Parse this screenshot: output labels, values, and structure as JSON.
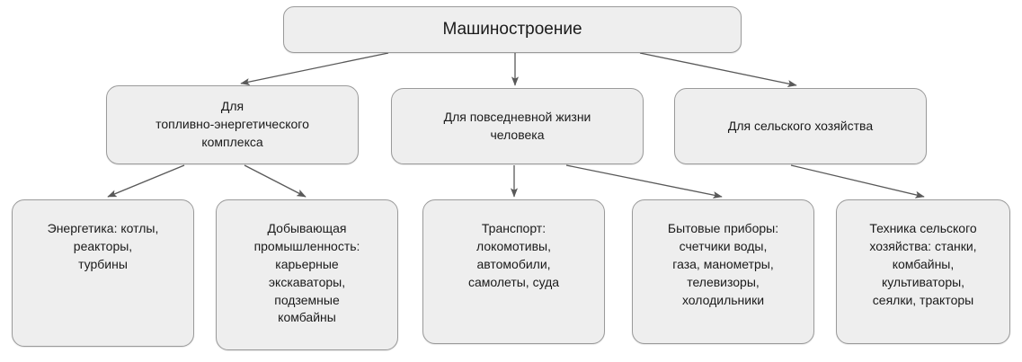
{
  "diagram": {
    "title": "Машиностроение",
    "palette": {
      "node_fill": "#eeeeee",
      "node_border": "#9a9a9a",
      "arrow": "#595959",
      "text": "#1a1a1a",
      "background": "#ffffff"
    },
    "root": {
      "label": "Машиностроение"
    },
    "branches": [
      {
        "label": "Для\nтопливно-энергетического\nкомплекса"
      },
      {
        "label": "Для повседневной жизни\nчеловека"
      },
      {
        "label": "Для сельского хозяйства"
      }
    ],
    "leaves": [
      {
        "label": "Энергетика: котлы,\nреакторы,\nтурбины"
      },
      {
        "label": "Добывающая\nпромышленность:\nкарьерные\nэкскаваторы,\nподземные\nкомбайны"
      },
      {
        "label": "Транспорт:\nлокомотивы,\nавтомобили,\nсамолеты, суда"
      },
      {
        "label": "Бытовые приборы:\nсчетчики воды,\nгаза, манометры,\nтелевизоры,\nхолодильники"
      },
      {
        "label": "Техника сельского\nхозяйства: станки,\nкомбайны,\nкультиваторы,\nсеялки, тракторы"
      }
    ],
    "edges": [
      {
        "from": "root",
        "to": "branch-1"
      },
      {
        "from": "root",
        "to": "branch-2"
      },
      {
        "from": "root",
        "to": "branch-3"
      },
      {
        "from": "branch-1",
        "to": "leaf-1"
      },
      {
        "from": "branch-1",
        "to": "leaf-2"
      },
      {
        "from": "branch-2",
        "to": "leaf-3"
      },
      {
        "from": "branch-2",
        "to": "leaf-4"
      },
      {
        "from": "branch-3",
        "to": "leaf-5"
      }
    ]
  }
}
